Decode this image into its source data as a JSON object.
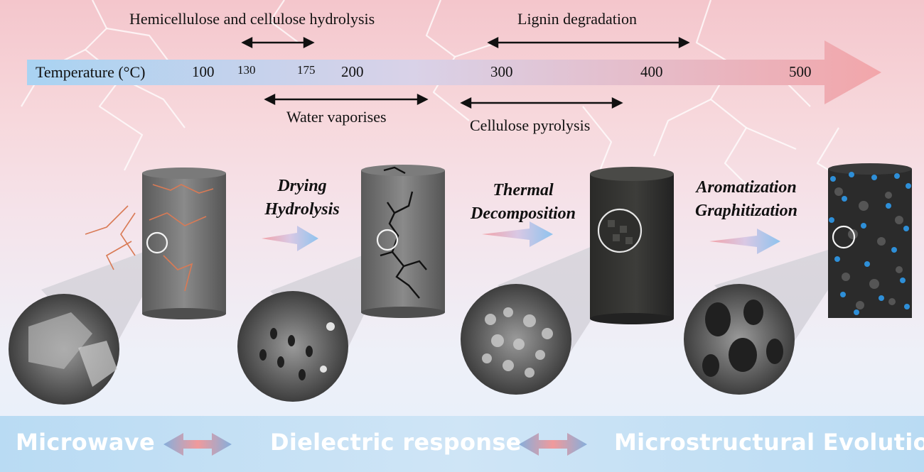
{
  "timeline": {
    "axis_label": "Temperature (°C)",
    "ticks": [
      "100",
      "130",
      "175",
      "200",
      "300",
      "400",
      "500"
    ]
  },
  "processes": {
    "hemicellulose": "Hemicellulose and cellulose  hydrolysis",
    "lignin": "Lignin degradation",
    "water": "Water vaporises",
    "cellulose_pyrolysis": "Cellulose pyrolysis"
  },
  "steps": {
    "step1": [
      "Drying",
      "Hydrolysis"
    ],
    "step2": [
      "Thermal",
      "Decomposition"
    ],
    "step3": [
      "Aromatization",
      "Graphitization"
    ]
  },
  "bottom": {
    "microwave": "Microwave",
    "dielectric": "Dielectric response",
    "evolution": "Microstructural Evolution"
  },
  "colors": {
    "band_blue": "#b9dbf3",
    "arrow_pink": "#f1a3a8",
    "arrow_blue": "#a9cff0",
    "pore_blue": "#2e8fd8"
  }
}
